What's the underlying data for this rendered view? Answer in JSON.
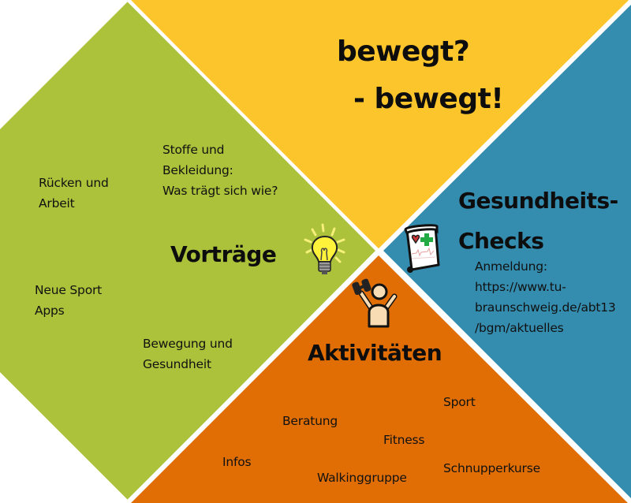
{
  "colors": {
    "vortraege": "#abc23a",
    "title_area": "#fdc52c",
    "gesundheit": "#348caf",
    "aktivitaeten": "#e06e05",
    "divider": "#ffffff",
    "text": "#111111"
  },
  "title": {
    "line1": "bewegt?",
    "line2": "- bewegt!"
  },
  "sections": {
    "vortraege": {
      "heading": "Vorträge",
      "icon": "lightbulb-icon",
      "items": [
        "Stoffe und\nBekleidung:\nWas trägt sich wie?",
        "Rücken und\nArbeit",
        "Neue Sport\nApps",
        "Bewegung und\nGesundheit"
      ]
    },
    "gesundheits_checks": {
      "heading": "Gesundheits-\nChecks",
      "icon": "medical-chart-icon",
      "registration_label": "Anmeldung:",
      "registration_url": "https://www.tu-\nbraunschweig.de/abt13\n/bgm/aktuelles"
    },
    "aktivitaeten": {
      "heading": "Aktivitäten",
      "icon": "person-dumbbell-icon",
      "items": [
        "Sport",
        "Beratung",
        "Fitness",
        "Infos",
        "Schnupperkurse",
        "Walkinggruppe"
      ]
    }
  }
}
